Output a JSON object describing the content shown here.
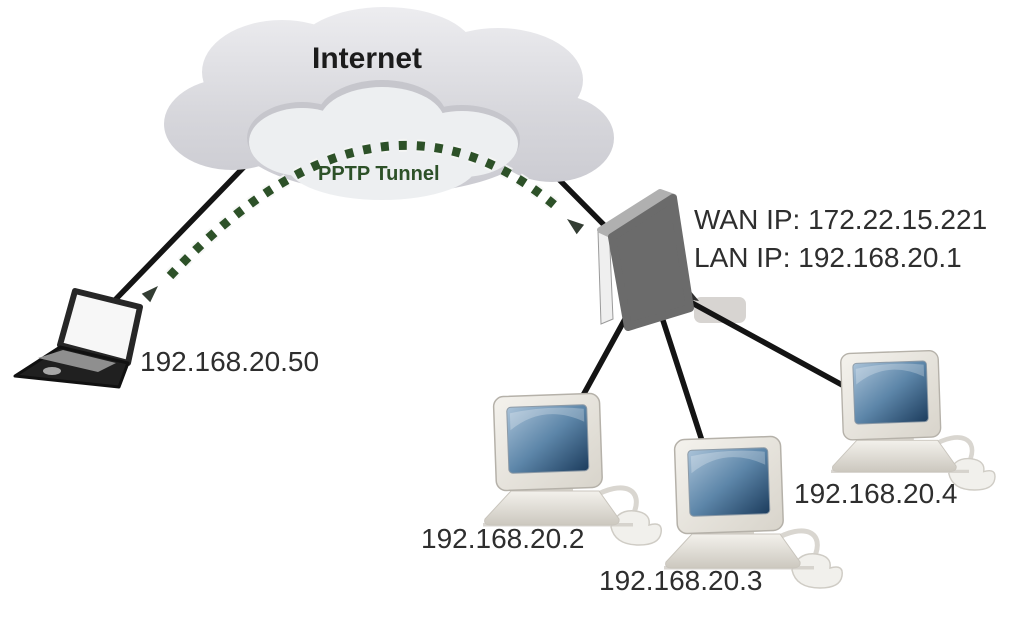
{
  "network_diagram": {
    "internet_label": "Internet",
    "tunnel_label": "PPTP Tunnel",
    "laptop": {
      "ip": "192.168.20.50"
    },
    "router": {
      "wan_ip_label": "WAN IP: 172.22.15.221",
      "lan_ip_label": "LAN IP: 192.168.20.1"
    },
    "pcs": [
      {
        "ip": "192.168.20.2"
      },
      {
        "ip": "192.168.20.3"
      },
      {
        "ip": "192.168.20.4"
      }
    ],
    "icons": {
      "cloud": "internet-cloud",
      "tunnel": "dotted-arc-double-arrow",
      "laptop": "laptop-icon",
      "router": "router-box-icon",
      "pc": "desktop-pc-with-mouse-icon"
    },
    "colors": {
      "tunnel_green": "#2d5128",
      "link_black": "#141414",
      "cloud_gray": "#d6d6db",
      "screen_blue": "#34587c"
    }
  }
}
